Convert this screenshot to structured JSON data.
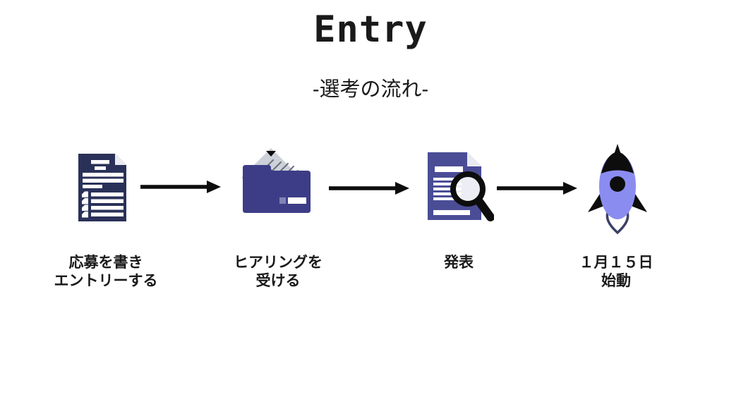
{
  "header": {
    "title": "Entry",
    "subtitle": "-選考の流れ-"
  },
  "steps": [
    {
      "icon": "form-document-icon",
      "label_line1": "応募を書き",
      "label_line2": "エントリーする"
    },
    {
      "icon": "folder-envelope-icon",
      "label_line1": "ヒアリングを",
      "label_line2": "受ける"
    },
    {
      "icon": "document-magnifier-icon",
      "label_line1": "発表",
      "label_line2": ""
    },
    {
      "icon": "rocket-icon",
      "label_line1": "１月１５日",
      "label_line2": "始動"
    }
  ],
  "colors": {
    "text": "#1a1a1a",
    "arrow": "#0d0d0d",
    "doc_navy": "#2a3158",
    "folder_indigo": "#3d3d87",
    "doc_indigo": "#4a4d96",
    "rocket_periwinkle": "#8b8cf0",
    "envelope_gray": "#ccd1da",
    "paper_fold": "#e9ebf2",
    "folder_label_light": "#8183b8",
    "flame_outline": "#3b4066",
    "icon_black": "#0d0d0d",
    "white": "#ffffff"
  }
}
